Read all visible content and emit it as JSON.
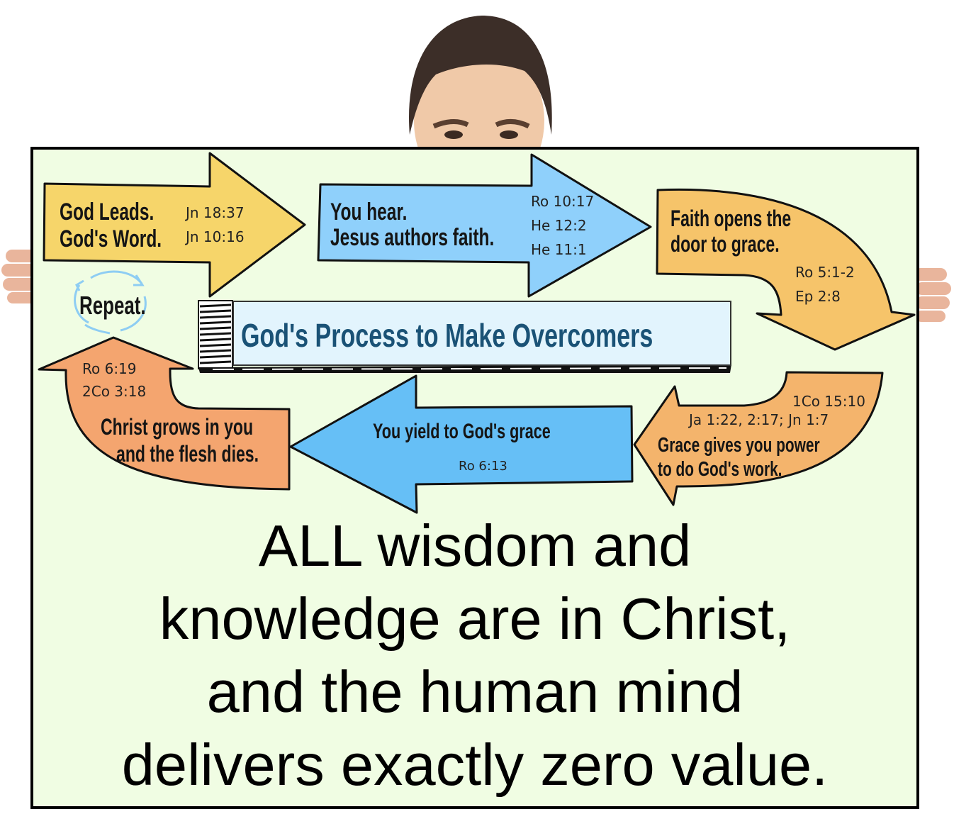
{
  "poster": {
    "title": "God's Process to Make Overcomers",
    "colors": {
      "board_background": "#f0fde3",
      "yellow_arrow": "#f6d56a",
      "blue_arrow_light": "#8fd0fb",
      "orange_arrow_light": "#f6c46a",
      "orange_arrow": "#f4a56f",
      "blue_arrow": "#66bff6",
      "title_box": "#e2f4fd",
      "title_text": "#1a5276",
      "repeat_icon": "#8ecdf3"
    },
    "steps": [
      {
        "id": "god-leads",
        "direction": "right",
        "lines": [
          "God Leads.",
          "God's Word."
        ],
        "refs": [
          "Jn 18:37",
          "Jn 10:16"
        ]
      },
      {
        "id": "you-hear",
        "direction": "right",
        "lines": [
          "You hear.",
          "Jesus authors faith."
        ],
        "refs": [
          "Ro 10:17",
          "He 12:2",
          "He 11:1"
        ]
      },
      {
        "id": "faith-opens",
        "direction": "down-curve",
        "lines": [
          "Faith opens the",
          "door to grace."
        ],
        "refs": [
          "Ro 5:1-2",
          "Ep 2:8"
        ]
      },
      {
        "id": "grace-gives",
        "direction": "left-curve",
        "lines": [
          "Grace gives you power",
          "to do God's work."
        ],
        "refs": [
          "1Co 15:10",
          "Ja 1:22, 2:17; Jn 1:7"
        ]
      },
      {
        "id": "you-yield",
        "direction": "left",
        "lines": [
          "You yield to God's grace"
        ],
        "refs": [
          "Ro 6:13"
        ]
      },
      {
        "id": "christ-grows",
        "direction": "up-curve",
        "lines": [
          "Christ grows in you",
          "and the flesh dies."
        ],
        "refs": [
          "Ro 6:19",
          "2Co 3:18"
        ]
      }
    ],
    "repeat_label": "Repeat.",
    "repeat_icon": "cycle-arrows-icon",
    "statement_lines": [
      "ALL wisdom and",
      "knowledge are in Christ,",
      "and the human mind",
      "delivers exactly zero value."
    ]
  }
}
